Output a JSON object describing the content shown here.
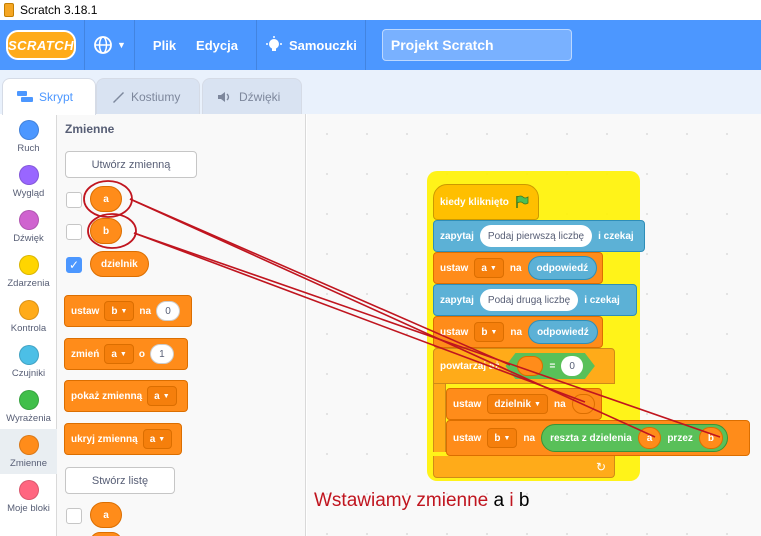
{
  "window": {
    "title": "Scratch 3.18.1"
  },
  "menubar": {
    "logo": "SCRATCH",
    "file": "Plik",
    "edit": "Edycja",
    "tutorials": "Samouczki",
    "project_title": "Projekt Scratch"
  },
  "tabs": [
    {
      "label": "Skrypt",
      "icon": "code-icon"
    },
    {
      "label": "Kostiumy",
      "icon": "brush-icon"
    },
    {
      "label": "Dźwięki",
      "icon": "speaker-icon"
    }
  ],
  "categories": [
    {
      "label": "Ruch",
      "color": "#4c97ff"
    },
    {
      "label": "Wygląd",
      "color": "#9966ff"
    },
    {
      "label": "Dźwięk",
      "color": "#cf63cf"
    },
    {
      "label": "Zdarzenia",
      "color": "#ffd500"
    },
    {
      "label": "Kontrola",
      "color": "#ffab19"
    },
    {
      "label": "Czujniki",
      "color": "#4cbfe6"
    },
    {
      "label": "Wyrażenia",
      "color": "#40bf4a"
    },
    {
      "label": "Zmienne",
      "color": "#ff8c1a"
    },
    {
      "label": "Moje bloki",
      "color": "#ff6680"
    }
  ],
  "palette": {
    "heading": "Zmienne",
    "make_variable": "Utwórz zmienną",
    "variables": [
      "a",
      "b",
      "dzielnik"
    ],
    "set_block": {
      "label": "ustaw",
      "var": "b",
      "to": "na",
      "value": "0"
    },
    "change_block": {
      "label": "zmień",
      "var": "a",
      "by": "o",
      "value": "1"
    },
    "show_block": {
      "label": "pokaż zmienną",
      "var": "a"
    },
    "hide_block": {
      "label": "ukryj zmienną",
      "var": "a"
    },
    "make_list": "Stwórz listę",
    "list_var": "a"
  },
  "script": {
    "hat": "kiedy kliknięto",
    "ask1": {
      "label": "zapytaj",
      "text": "Podaj pierwszą liczbę",
      "suffix": "i czekaj"
    },
    "set1": {
      "label": "ustaw",
      "var": "a",
      "to": "na",
      "value": "odpowiedź"
    },
    "ask2": {
      "label": "zapytaj",
      "text": "Podaj drugą liczbę",
      "suffix": "i czekaj"
    },
    "set2": {
      "label": "ustaw",
      "var": "b",
      "to": "na",
      "value": "odpowiedź"
    },
    "repeat": {
      "label": "powtarzaj aż",
      "eq": "=",
      "value": "0"
    },
    "set3": {
      "label": "ustaw",
      "var": "dzielnik",
      "to": "na"
    },
    "set4": {
      "label": "ustaw",
      "var": "b",
      "to": "na",
      "op": "reszta z dzielenia",
      "a": "a",
      "by": "przez",
      "b": "b"
    },
    "loop_arrow": "↻"
  },
  "caption": {
    "prefix": "Wstawiamy zmienne",
    "a": "a",
    "i": "i",
    "b": "b"
  },
  "colors": {
    "accent": "#4c97ff",
    "variables": "#ff8c1a",
    "annotation": "#c0151f"
  }
}
